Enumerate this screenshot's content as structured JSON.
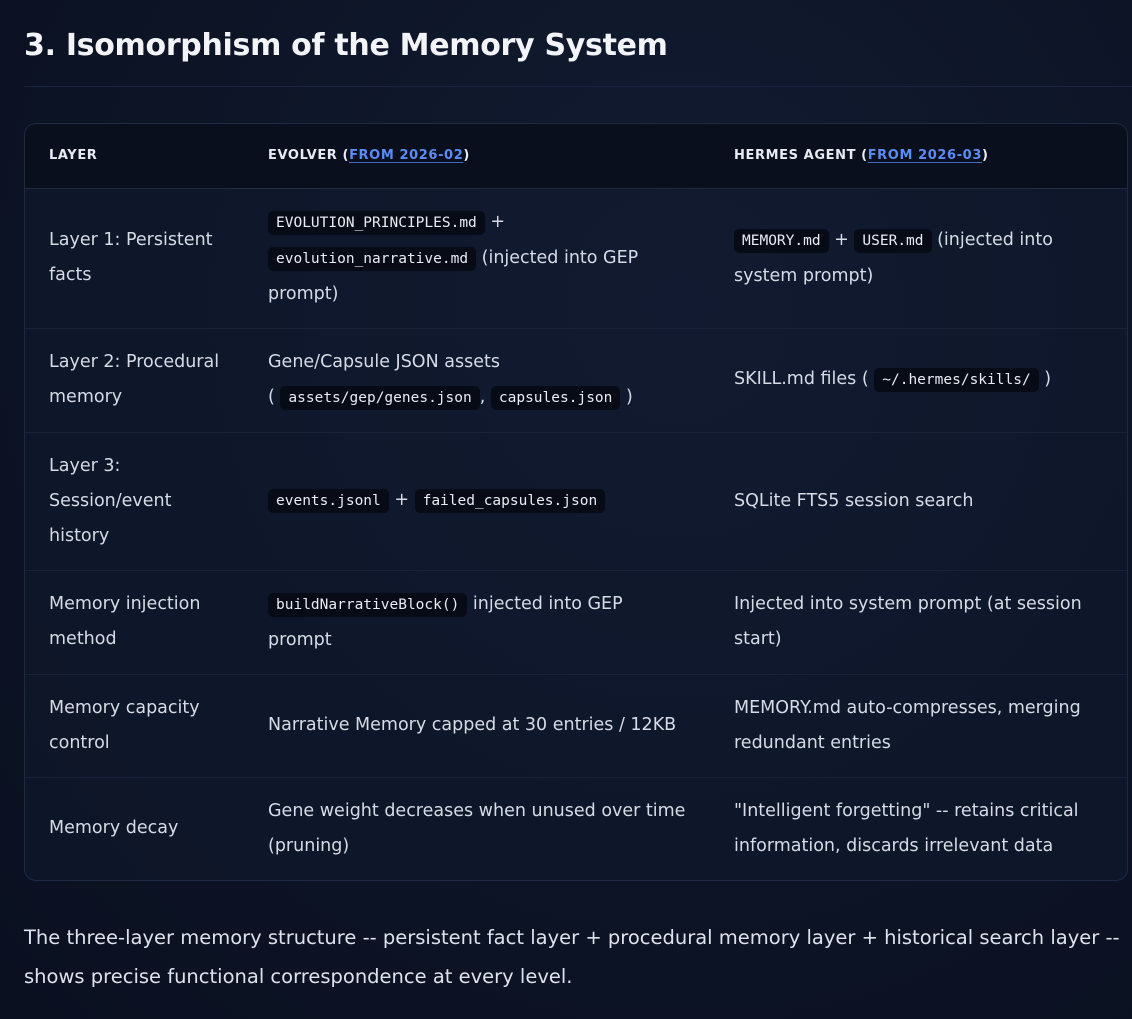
{
  "section_title": "3. Isomorphism of the Memory System",
  "table": {
    "headers": {
      "layer": "LAYER",
      "evolver_prefix": "EVOLVER (",
      "evolver_link": "FROM 2026-02",
      "evolver_suffix": ")",
      "hermes_prefix": "HERMES AGENT (",
      "hermes_link": "FROM 2026-03",
      "hermes_suffix": ")"
    },
    "rows": [
      {
        "layer": "Layer 1: Persistent facts",
        "evolver": {
          "code1": "EVOLUTION_PRINCIPLES.md",
          "plus": "+",
          "code2": "evolution_narrative.md",
          "text": "(injected into GEP prompt)"
        },
        "hermes": {
          "code1": "MEMORY.md",
          "plus": "+",
          "code2": "USER.md",
          "text": "(injected into system prompt)"
        }
      },
      {
        "layer": "Layer 2: Procedural memory",
        "evolver": {
          "text1": "Gene/Capsule JSON assets",
          "open": "(",
          "code1": "assets/gep/genes.json",
          "comma": ",",
          "code2": "capsules.json",
          "close": ")"
        },
        "hermes": {
          "text": "SKILL.md files (",
          "code1": "~/.hermes/skills/",
          "close": ")"
        }
      },
      {
        "layer": "Layer 3: Session/event history",
        "evolver": {
          "code1": "events.jsonl",
          "plus": "+",
          "code2": "failed_capsules.json"
        },
        "hermes": {
          "text": "SQLite FTS5 session search"
        }
      },
      {
        "layer": "Memory injection method",
        "evolver": {
          "code1": "buildNarrativeBlock()",
          "text": "injected into GEP prompt"
        },
        "hermes": {
          "text": "Injected into system prompt (at session start)"
        }
      },
      {
        "layer": "Memory capacity control",
        "evolver": {
          "text": "Narrative Memory capped at 30 entries / 12KB"
        },
        "hermes": {
          "text": "MEMORY.md auto-compresses, merging redundant entries"
        }
      },
      {
        "layer": "Memory decay",
        "evolver": {
          "text": "Gene weight decreases when unused over time (pruning)"
        },
        "hermes": {
          "text": "\"Intelligent forgetting\" -- retains critical information, discards irrelevant data"
        }
      }
    ]
  },
  "summary": "The three-layer memory structure -- persistent fact layer + procedural memory layer + historical search layer -- shows precise functional correspondence at every level."
}
